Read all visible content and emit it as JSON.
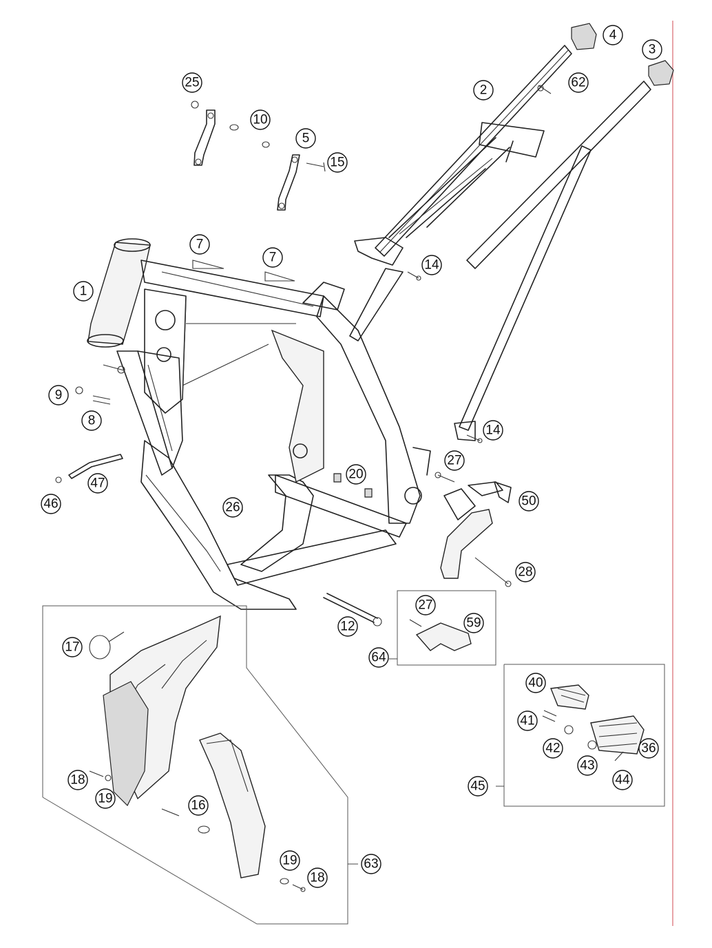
{
  "diagram": {
    "callouts": [
      {
        "id": "c4",
        "label": "4"
      },
      {
        "id": "c3",
        "label": "3"
      },
      {
        "id": "c25",
        "label": "25"
      },
      {
        "id": "c62",
        "label": "62"
      },
      {
        "id": "c2",
        "label": "2"
      },
      {
        "id": "c10",
        "label": "10"
      },
      {
        "id": "c5",
        "label": "5"
      },
      {
        "id": "c15",
        "label": "15"
      },
      {
        "id": "c7a",
        "label": "7"
      },
      {
        "id": "c7b",
        "label": "7"
      },
      {
        "id": "c14a",
        "label": "14"
      },
      {
        "id": "c1",
        "label": "1"
      },
      {
        "id": "c9",
        "label": "9"
      },
      {
        "id": "c8",
        "label": "8"
      },
      {
        "id": "c14b",
        "label": "14"
      },
      {
        "id": "c27a",
        "label": "27"
      },
      {
        "id": "c20",
        "label": "20"
      },
      {
        "id": "c47",
        "label": "47"
      },
      {
        "id": "c46",
        "label": "46"
      },
      {
        "id": "c50",
        "label": "50"
      },
      {
        "id": "c26",
        "label": "26"
      },
      {
        "id": "c28",
        "label": "28"
      },
      {
        "id": "c27b",
        "label": "27"
      },
      {
        "id": "c59",
        "label": "59"
      },
      {
        "id": "c12",
        "label": "12"
      },
      {
        "id": "c64",
        "label": "64"
      },
      {
        "id": "c17",
        "label": "17"
      },
      {
        "id": "c40",
        "label": "40"
      },
      {
        "id": "c41",
        "label": "41"
      },
      {
        "id": "c42",
        "label": "42"
      },
      {
        "id": "c36",
        "label": "36"
      },
      {
        "id": "c43",
        "label": "43"
      },
      {
        "id": "c44",
        "label": "44"
      },
      {
        "id": "c45",
        "label": "45"
      },
      {
        "id": "c18a",
        "label": "18"
      },
      {
        "id": "c19a",
        "label": "19"
      },
      {
        "id": "c16",
        "label": "16"
      },
      {
        "id": "c19b",
        "label": "19"
      },
      {
        "id": "c18b",
        "label": "18"
      },
      {
        "id": "c63",
        "label": "63"
      }
    ]
  }
}
